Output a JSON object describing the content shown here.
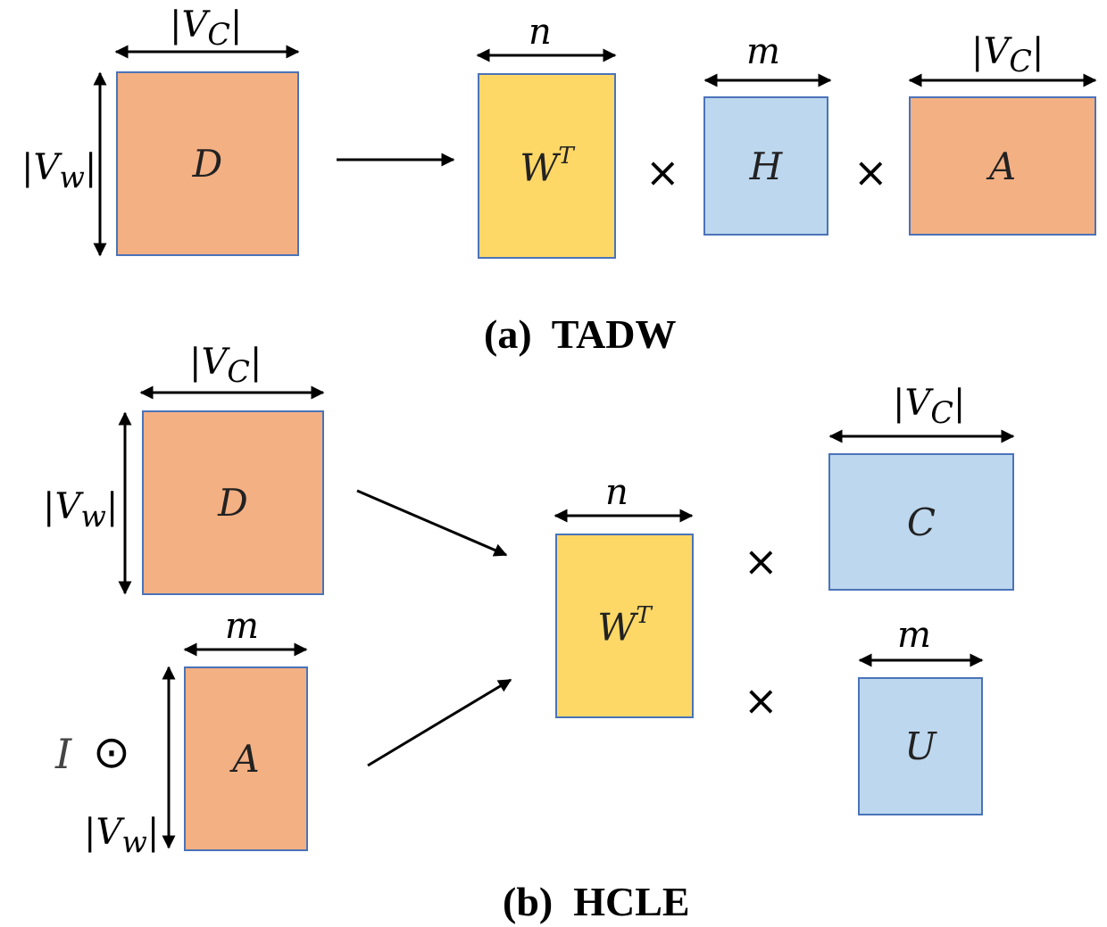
{
  "captions": {
    "a": "(a)  TADW",
    "b": "(b)  HCLE"
  },
  "matrices": {
    "D": "D",
    "W": "W",
    "T": "T",
    "H": "H",
    "A": "A",
    "C": "C",
    "U": "U"
  },
  "dimensions": {
    "vc": "|V",
    "vc_sub": "C",
    "vc_close": "|",
    "vw": "|V",
    "vw_sub": "w",
    "vw_close": "|",
    "n": "n",
    "m": "m"
  },
  "operators": {
    "times": "×",
    "hadamard": "⊙",
    "identity": "I"
  },
  "colors": {
    "orange": "#f3b083",
    "yellow": "#fdd867",
    "blue": "#bdd7ee",
    "border": "#4a73b8"
  }
}
